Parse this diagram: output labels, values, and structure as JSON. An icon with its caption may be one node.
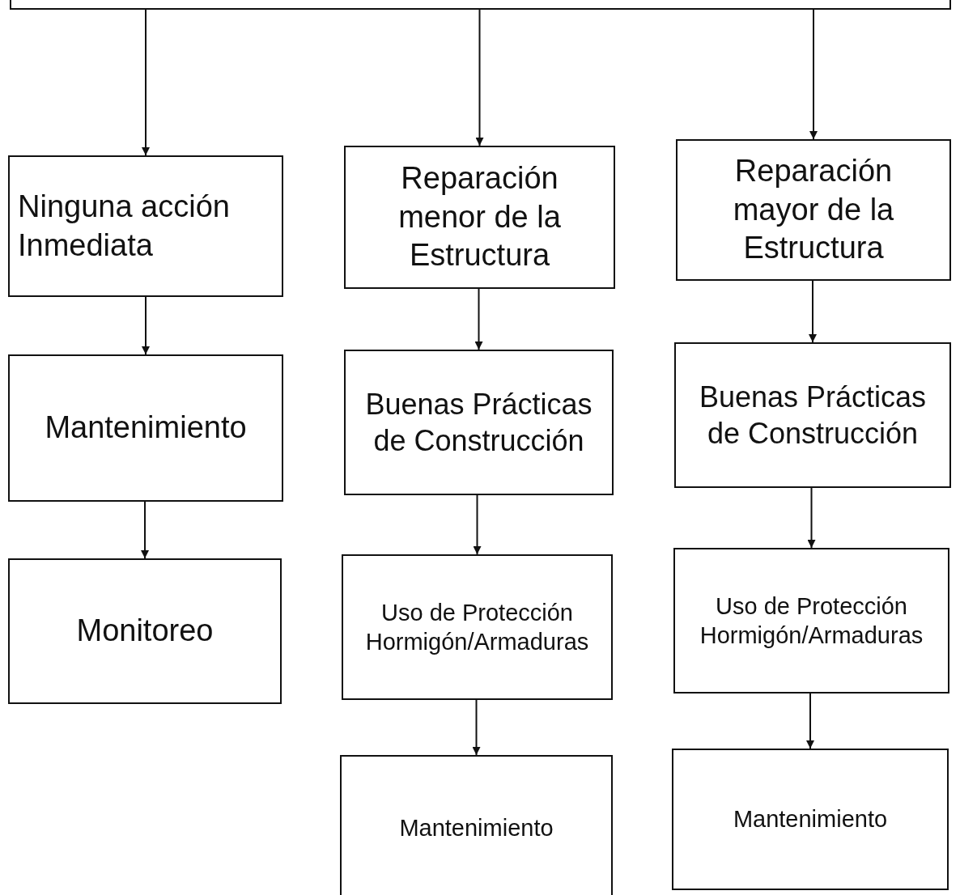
{
  "diagram": {
    "nodes": [
      {
        "text": [],
        "shape": "box"
      },
      {
        "text": [
          "Ninguna acción Inmediata"
        ]
      },
      {
        "text": [
          "Mantenimiento"
        ]
      },
      {
        "text": [
          "Monitoreo"
        ]
      },
      {
        "text": [
          "Reparación menor de la Estructura"
        ]
      },
      {
        "text": [
          "Buenas Prácticas de Construcción"
        ]
      },
      {
        "text": [
          "Uso de Protección Hormigón/Armaduras"
        ]
      },
      {
        "text": [
          "Mantenimiento"
        ]
      },
      {
        "text": [
          "Reparación mayor de la Estructura"
        ]
      },
      {
        "text": [
          "Buenas Prácticas de Construcción"
        ]
      },
      {
        "text": [
          "Uso de Protección Hormigón/Armaduras"
        ]
      },
      {
        "text": [
          "Mantenimiento"
        ]
      }
    ],
    "edges": [
      {
        "from": 0,
        "to": 1,
        "arrow": "to"
      },
      {
        "from": 0,
        "to": 4,
        "arrow": "to"
      },
      {
        "from": 0,
        "to": 8,
        "arrow": "to"
      },
      {
        "from": 1,
        "to": 2,
        "arrow": "to"
      },
      {
        "from": 2,
        "to": 3,
        "arrow": "to"
      },
      {
        "from": 4,
        "to": 5,
        "arrow": "to"
      },
      {
        "from": 5,
        "to": 6,
        "arrow": "to"
      },
      {
        "from": 6,
        "to": 7,
        "arrow": "to"
      },
      {
        "from": 8,
        "to": 9,
        "arrow": "to"
      },
      {
        "from": 9,
        "to": 10,
        "arrow": "to"
      },
      {
        "from": 10,
        "to": 11,
        "arrow": "to"
      }
    ]
  }
}
